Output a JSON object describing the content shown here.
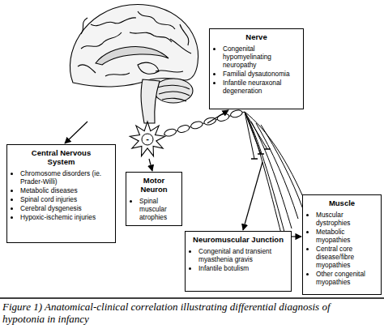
{
  "diagram": {
    "caption": "Figure 1) Anatomical-clinical correlation illustrating differential diagnosis of hypotonia in infancy",
    "nodes": [
      {
        "text": [
          "Nerve",
          "Congenital hypomyelinating neuropathy",
          "Familial dysautonomia",
          "Infantile neuraxonal degeneration"
        ]
      },
      {
        "text": [
          "Central Nervous System",
          "Chromosome disorders (ie. Prader-Willi)",
          "Metabolic diseases",
          "Spinal cord injuries",
          "Cerebral dysgenesis",
          "Hypoxic-ischemic injuries"
        ]
      },
      {
        "text": [
          "Motor Neuron",
          "Spinal muscular atrophies"
        ]
      },
      {
        "text": [
          "Muscle",
          "Muscular dystrophies",
          "Metabolic myopathies",
          "Central core disease/fibre myopathies",
          "Other congenital myopathies"
        ]
      },
      {
        "text": [
          "Neuromuscular Junction",
          "Congenital and transient myasthenia gravis",
          "Infantile botulism"
        ]
      }
    ],
    "labels": [
      "-"
    ]
  }
}
